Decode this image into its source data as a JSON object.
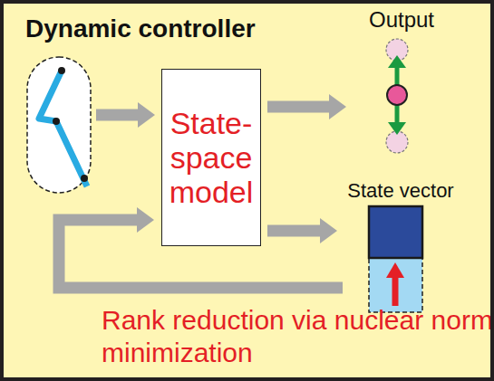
{
  "diagram": {
    "title": "Dynamic controller",
    "nodes": [
      {
        "text": [
          "State-space model"
        ]
      },
      {
        "text": [
          "Output"
        ]
      },
      {
        "text": [
          "State vector"
        ]
      }
    ],
    "edges": [
      {
        "from": 0,
        "to": 1,
        "arrow": "to"
      },
      {
        "from": 0,
        "to": 2,
        "arrow": "to"
      },
      {
        "from": 2,
        "to": 0,
        "arrow": "to"
      }
    ],
    "labels": [
      "Rank reduction via nuclear norm minimization"
    ]
  }
}
